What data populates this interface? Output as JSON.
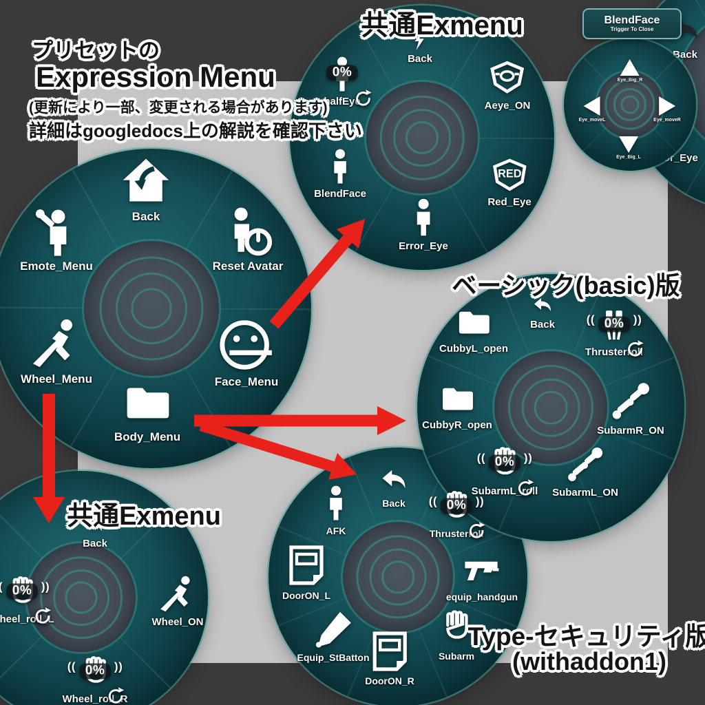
{
  "colors": {
    "frame": "#3a3a3a",
    "panel": "#c5c5c5",
    "wheel_teal": "#155058",
    "wheel_teal_dark": "#062b33",
    "wheel_rim": "#46a59b",
    "hub_slate": "#414a55",
    "hub_ring": "#38928a",
    "arrow_red": "#e8221a",
    "label_white": "#ffffff",
    "heading_black": "#141414",
    "heading_outline": "#ffffff"
  },
  "badges": {
    "percent": "0%"
  },
  "annotations": {
    "preset": {
      "line1": "プリセットの",
      "line2": "Expression Menu",
      "line3": "(更新により一部、変更される場合があります)",
      "line4": "詳細はgoogledocs上の解説を確認下さい"
    },
    "top_heading": "共通Exmenu",
    "basic_heading": "ベーシック(basic)版",
    "bottom_left_heading": "共通Exmenu",
    "security_heading": {
      "line1": "Type-セキュリティ版",
      "line2": "(withaddon1)"
    }
  },
  "menus": {
    "main": {
      "items": [
        {
          "label": "Back",
          "icon": "home-back"
        },
        {
          "label": "Emote_Menu",
          "icon": "person-wave",
          "badge": "badge-list"
        },
        {
          "label": "Reset Avatar",
          "icon": "person-power"
        },
        {
          "label": "Wheel_Menu",
          "icon": "wheel-runner",
          "badge": "badge-list"
        },
        {
          "label": "Face_Menu",
          "icon": "face-neutral",
          "badge": "badge-list"
        },
        {
          "label": "Body_Menu",
          "icon": "folder",
          "badge": "badge-list"
        }
      ]
    },
    "exmenu_top": {
      "items": [
        {
          "label": "Back",
          "icon": "bolt"
        },
        {
          "label": "halfEye",
          "icon": "person",
          "badge": "percent-roll"
        },
        {
          "label": "Aeye_ON",
          "icon": "eye-shield",
          "badge": "badge-play"
        },
        {
          "label": "BlendFace",
          "icon": "person",
          "badge": "badge-move"
        },
        {
          "label": "Red_Eye",
          "icon": "red-eye",
          "badge": "badge-play"
        },
        {
          "label": "Error_Eye",
          "icon": "person",
          "badge": "badge-play"
        }
      ]
    },
    "blendface_popup": {
      "title": "BlendFace",
      "subtitle": "Trigger To Close",
      "items": [
        {
          "label": "Eye_Big_R",
          "icon": "triangle-up"
        },
        {
          "label": "Eye_moveL",
          "icon": "triangle-left"
        },
        {
          "label": "Eye_moveR",
          "icon": "triangle-right"
        },
        {
          "label": "Eye_Big_L",
          "icon": "triangle-down"
        }
      ]
    },
    "corner": {
      "items": [
        {
          "label": "Back",
          "icon": "reply-dark"
        },
        {
          "label": "Error_Eye",
          "icon": "person",
          "badge": "badge-play"
        }
      ]
    },
    "basic": {
      "items": [
        {
          "label": "Back",
          "icon": "reply"
        },
        {
          "label": "CubbyL_open",
          "icon": "folder",
          "badge": "badge-play"
        },
        {
          "label": "Thrusterroll",
          "icon": "thruster",
          "badge": "percent-roll"
        },
        {
          "label": "CubbyR_open",
          "icon": "folder",
          "badge": "badge-play"
        },
        {
          "label": "SubarmR_ON",
          "icon": "subarm",
          "badge": "badge-play"
        },
        {
          "label": "SubarmL_roll",
          "icon": "hand",
          "badge": "percent-roll"
        },
        {
          "label": "SubarmL_ON",
          "icon": "subarm",
          "badge": "badge-play"
        }
      ]
    },
    "exmenu_bottom": {
      "items": [
        {
          "label": "Back",
          "icon": "reply"
        },
        {
          "label": "Wheel_roll_L",
          "icon": "hand",
          "badge": "percent-roll"
        },
        {
          "label": "Wheel_ON",
          "icon": "wheel-runner",
          "badge": "badge-play"
        },
        {
          "label": "Wheel_roll_R",
          "icon": "hand",
          "badge": "percent-roll"
        }
      ]
    },
    "security": {
      "items": [
        {
          "label": "Back",
          "icon": "reply"
        },
        {
          "label": "AFK",
          "icon": "person",
          "badge": "badge-play"
        },
        {
          "label": "Thrusterroll",
          "icon": "hand",
          "badge": "percent-roll"
        },
        {
          "label": "DoorON_L",
          "icon": "door",
          "badge": "badge-play"
        },
        {
          "label": "equip_handgun",
          "icon": "gun",
          "badge": "badge-play"
        },
        {
          "label": "Equip_StBatton",
          "icon": "sword",
          "badge": "badge-play"
        },
        {
          "label": "Subarm",
          "icon": "hand",
          "badge": "badge-play"
        },
        {
          "label": "DoorON_R",
          "icon": "door",
          "badge": "badge-play"
        }
      ]
    }
  }
}
